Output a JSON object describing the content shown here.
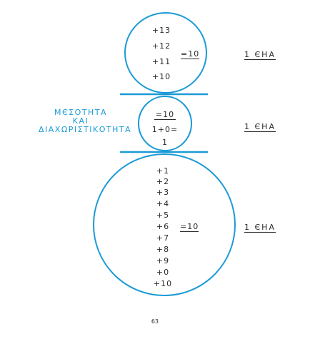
{
  "top": {
    "items": [
      "+13",
      "+12",
      "+11",
      "+10"
    ],
    "result": "=10",
    "label": "1 ЄΗΑ"
  },
  "middle": {
    "side_title": [
      "ΜЄΣΟΤΗΤΑ",
      "ΚΑΙ",
      "ΔΙΑΧΩΡΙΣΤΙΚΟΤΗΤΑ"
    ],
    "lines": [
      "=10",
      "1+0=",
      "1"
    ],
    "label": "1 ЄΗΑ"
  },
  "bottom": {
    "items": [
      "+1",
      "+2",
      "+3",
      "+4",
      "+5",
      "+6",
      "+7",
      "+8",
      "+9",
      "+0",
      "+10"
    ],
    "result": "=10",
    "label": "1 ЄΗΑ"
  },
  "page_number": "63",
  "colors": {
    "accent": "#1c9ad6",
    "text": "#2b2b2b"
  }
}
